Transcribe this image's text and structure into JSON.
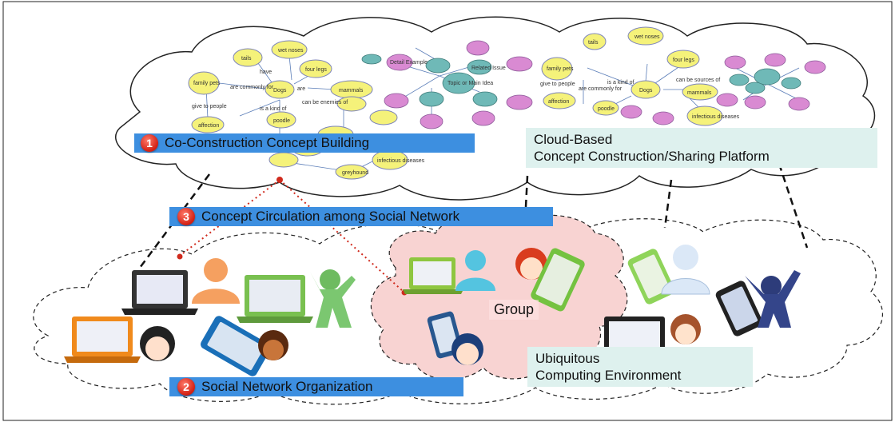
{
  "labels": {
    "co_construction": {
      "number": "1",
      "text": "Co-Construction Concept Building"
    },
    "social_network": {
      "number": "2",
      "text": "Social  Network Organization"
    },
    "circulation": {
      "number": "3",
      "text": "Concept Circulation among Social Network"
    },
    "cloud_platform": [
      "Cloud-Based",
      "Concept Construction/Sharing Platform"
    ],
    "group": "Group",
    "ubiquitous": [
      "Ubiquitous",
      "Computing Environment"
    ]
  },
  "concept_map": {
    "nodes": [
      "tails",
      "wet noses",
      "four legs",
      "family pets",
      "Dogs",
      "mammals",
      "affection",
      "poodle",
      "greyhound",
      "infectious diseases",
      "Topic or Main Idea",
      "Related Issue",
      "Detail Example"
    ],
    "links": [
      "have",
      "are commonly for",
      "give to people",
      "is a kind of",
      "are",
      "can be sources of",
      "can be enemies of"
    ]
  },
  "colors": {
    "blue_label": "#3d8fe0",
    "teal_label": "#def1ee",
    "group_cloud": "#f8d3d2",
    "badge": "#d21f12",
    "node_yellow": "#f5f27a",
    "node_pink": "#d98ad2",
    "node_teal": "#6fb9b7"
  }
}
